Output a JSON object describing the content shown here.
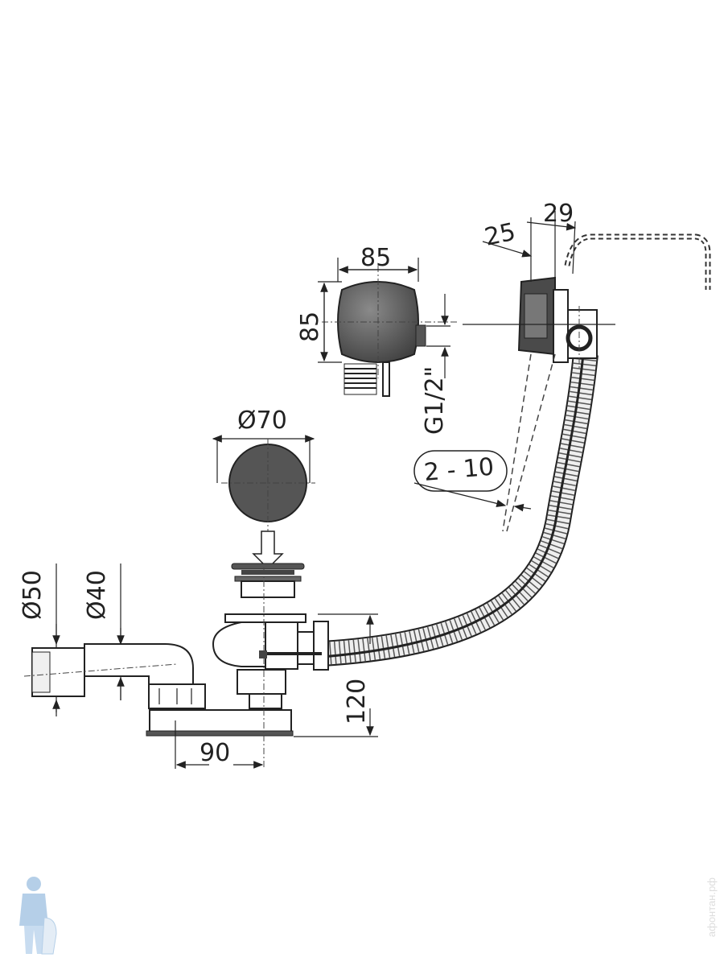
{
  "dimensions": {
    "side_depth": "29",
    "side_plate": "25",
    "knob_width": "85",
    "knob_height": "85",
    "thread": "G1/2\"",
    "plug_diameter": "Ø70",
    "wall_thickness": "2 - 10",
    "outlet_outer": "Ø50",
    "outlet_inner": "Ø40",
    "height": "120",
    "offset": "90"
  },
  "watermark": "афонтан.рф",
  "colors": {
    "line": "#222222",
    "part_dark": "#555555",
    "background": "#ffffff"
  }
}
